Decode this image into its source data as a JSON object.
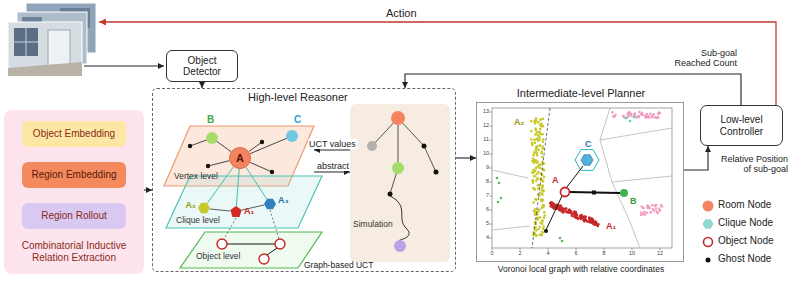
{
  "diagram": {
    "nodes": [
      {
        "text": [
          "Object Detector"
        ]
      },
      {
        "text": [
          "Combinatorial Inductive Relation Extraction"
        ]
      },
      {
        "text": [
          "Object Embedding"
        ],
        "in": 1
      },
      {
        "text": [
          "Region Embedding"
        ],
        "in": 1
      },
      {
        "text": [
          "Region Rollout"
        ],
        "in": 1
      },
      {
        "text": [
          "High-level Reasoner"
        ]
      },
      {
        "text": [
          "Vertex level"
        ],
        "in": 5
      },
      {
        "text": [
          "A"
        ],
        "in": 6
      },
      {
        "text": [
          "Clique level"
        ],
        "in": 5
      },
      {
        "text": [
          "Object level"
        ],
        "in": 5
      },
      {
        "text": [
          "Simulation"
        ],
        "in": 5
      },
      {
        "text": [
          "Intermediate-level Planner",
          "Voronoi local graph with relative coordinates"
        ]
      },
      {
        "text": [
          "Low-level Controller"
        ]
      }
    ],
    "edges": [
      {
        "from": 0,
        "to": 5,
        "arrow": "to"
      },
      {
        "from": 1,
        "to": 5,
        "arrow": "to"
      },
      {
        "from": 10,
        "to": 6,
        "label": "UCT values",
        "arrow": "to"
      },
      {
        "from": 6,
        "to": 10,
        "label": "abstract",
        "arrow": "to"
      },
      {
        "from": 5,
        "to": 11,
        "arrow": "to"
      },
      {
        "from": 11,
        "to": 12,
        "label": "Relative Position of sub-goal",
        "arrow": "to"
      },
      {
        "from": 12,
        "to": 5,
        "label": "Sub-goal Reached Count",
        "arrow": "to"
      }
    ],
    "labels": [
      "Action",
      "B",
      "C",
      "A₂",
      "A₁",
      "A₃",
      "Graph-based UCT",
      "A₂",
      "C",
      "A",
      "B",
      "A₁",
      "0",
      "2",
      "4",
      "6",
      "8",
      "10",
      "12",
      "13",
      "12",
      "11",
      "10",
      "9",
      "8",
      "7",
      "6",
      "5",
      "4"
    ],
    "legend": [
      {
        "text": "Room Node",
        "color": "#f4845f"
      },
      {
        "text": "Clique Node",
        "color": "#8fd9cf"
      },
      {
        "text": "Object Node"
      },
      {
        "text": "Ghost Node",
        "color": "#111111"
      }
    ]
  }
}
